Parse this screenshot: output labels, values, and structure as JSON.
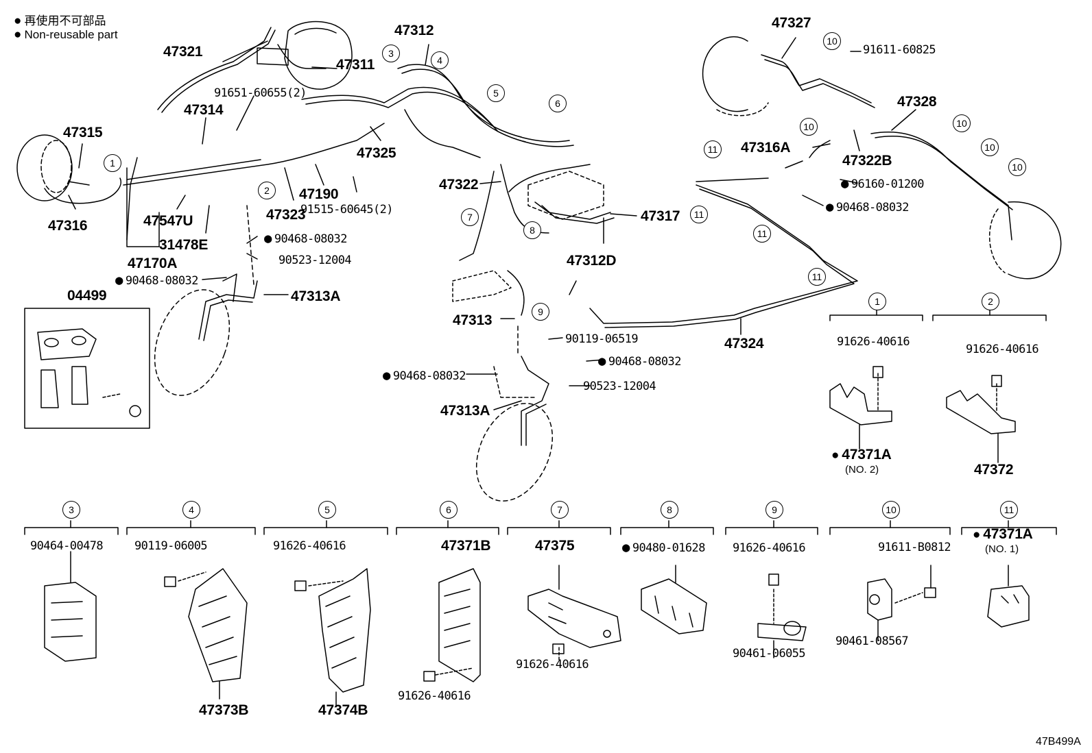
{
  "legend": {
    "jp": "再使用不可部品",
    "en": "Non-reusable part"
  },
  "figure_code": "47B499A",
  "main_labels": {
    "p47321": "47321",
    "p47311": "47311",
    "p47312": "47312",
    "p47327": "47327",
    "p91611_60825": "91611-60825",
    "p91651": "91651-60655(2)",
    "p47314": "47314",
    "p47315": "47315",
    "p47325": "47325",
    "p47328": "47328",
    "p47316A": "47316A",
    "p47322B": "47322B",
    "p47190": "47190",
    "p47322": "47322",
    "p96160": "96160-01200",
    "p91515": "91515-60645(2)",
    "p47323": "47323",
    "p47547U": "47547U",
    "p47316": "47316",
    "p90468_a": "90468-08032",
    "p47317": "47317",
    "p31478E": "31478E",
    "p90468_b": "90468-08032",
    "p90523_a": "90523-12004",
    "p47170A": "47170A",
    "p47312D": "47312D",
    "p90468_c": "90468-08032",
    "p47313A_a": "47313A",
    "p04499": "04499",
    "p47313": "47313",
    "p90119_06519": "90119-06519",
    "p90468_d": "90468-08032",
    "p47324": "47324",
    "p90468_e": "90468-08032",
    "p90523_b": "90523-12004",
    "p47313A_b": "47313A"
  },
  "detail_1": {
    "bolt": "91626-40616",
    "part": "47371A",
    "note": "(NO. 2)"
  },
  "detail_2": {
    "bolt": "91626-40616",
    "part": "47372"
  },
  "detail_3": {
    "part": "90464-00478"
  },
  "detail_4": {
    "bolt": "90119-06005",
    "part": "47373B"
  },
  "detail_5": {
    "bolt": "91626-40616",
    "part": "47374B"
  },
  "detail_6": {
    "part": "47371B",
    "bolt": "91626-40616"
  },
  "detail_7": {
    "part": "47375",
    "bolt": "91626-40616"
  },
  "detail_8": {
    "part": "90480-01628"
  },
  "detail_9": {
    "bolt": "91626-40616",
    "part": "90461-06055"
  },
  "detail_10": {
    "bolt": "91611-B0812",
    "part": "90461-08567"
  },
  "detail_11": {
    "part": "47371A",
    "note": "(NO. 1)"
  },
  "callouts": [
    "1",
    "2",
    "3",
    "4",
    "5",
    "6",
    "7",
    "8",
    "9",
    "10",
    "11"
  ]
}
